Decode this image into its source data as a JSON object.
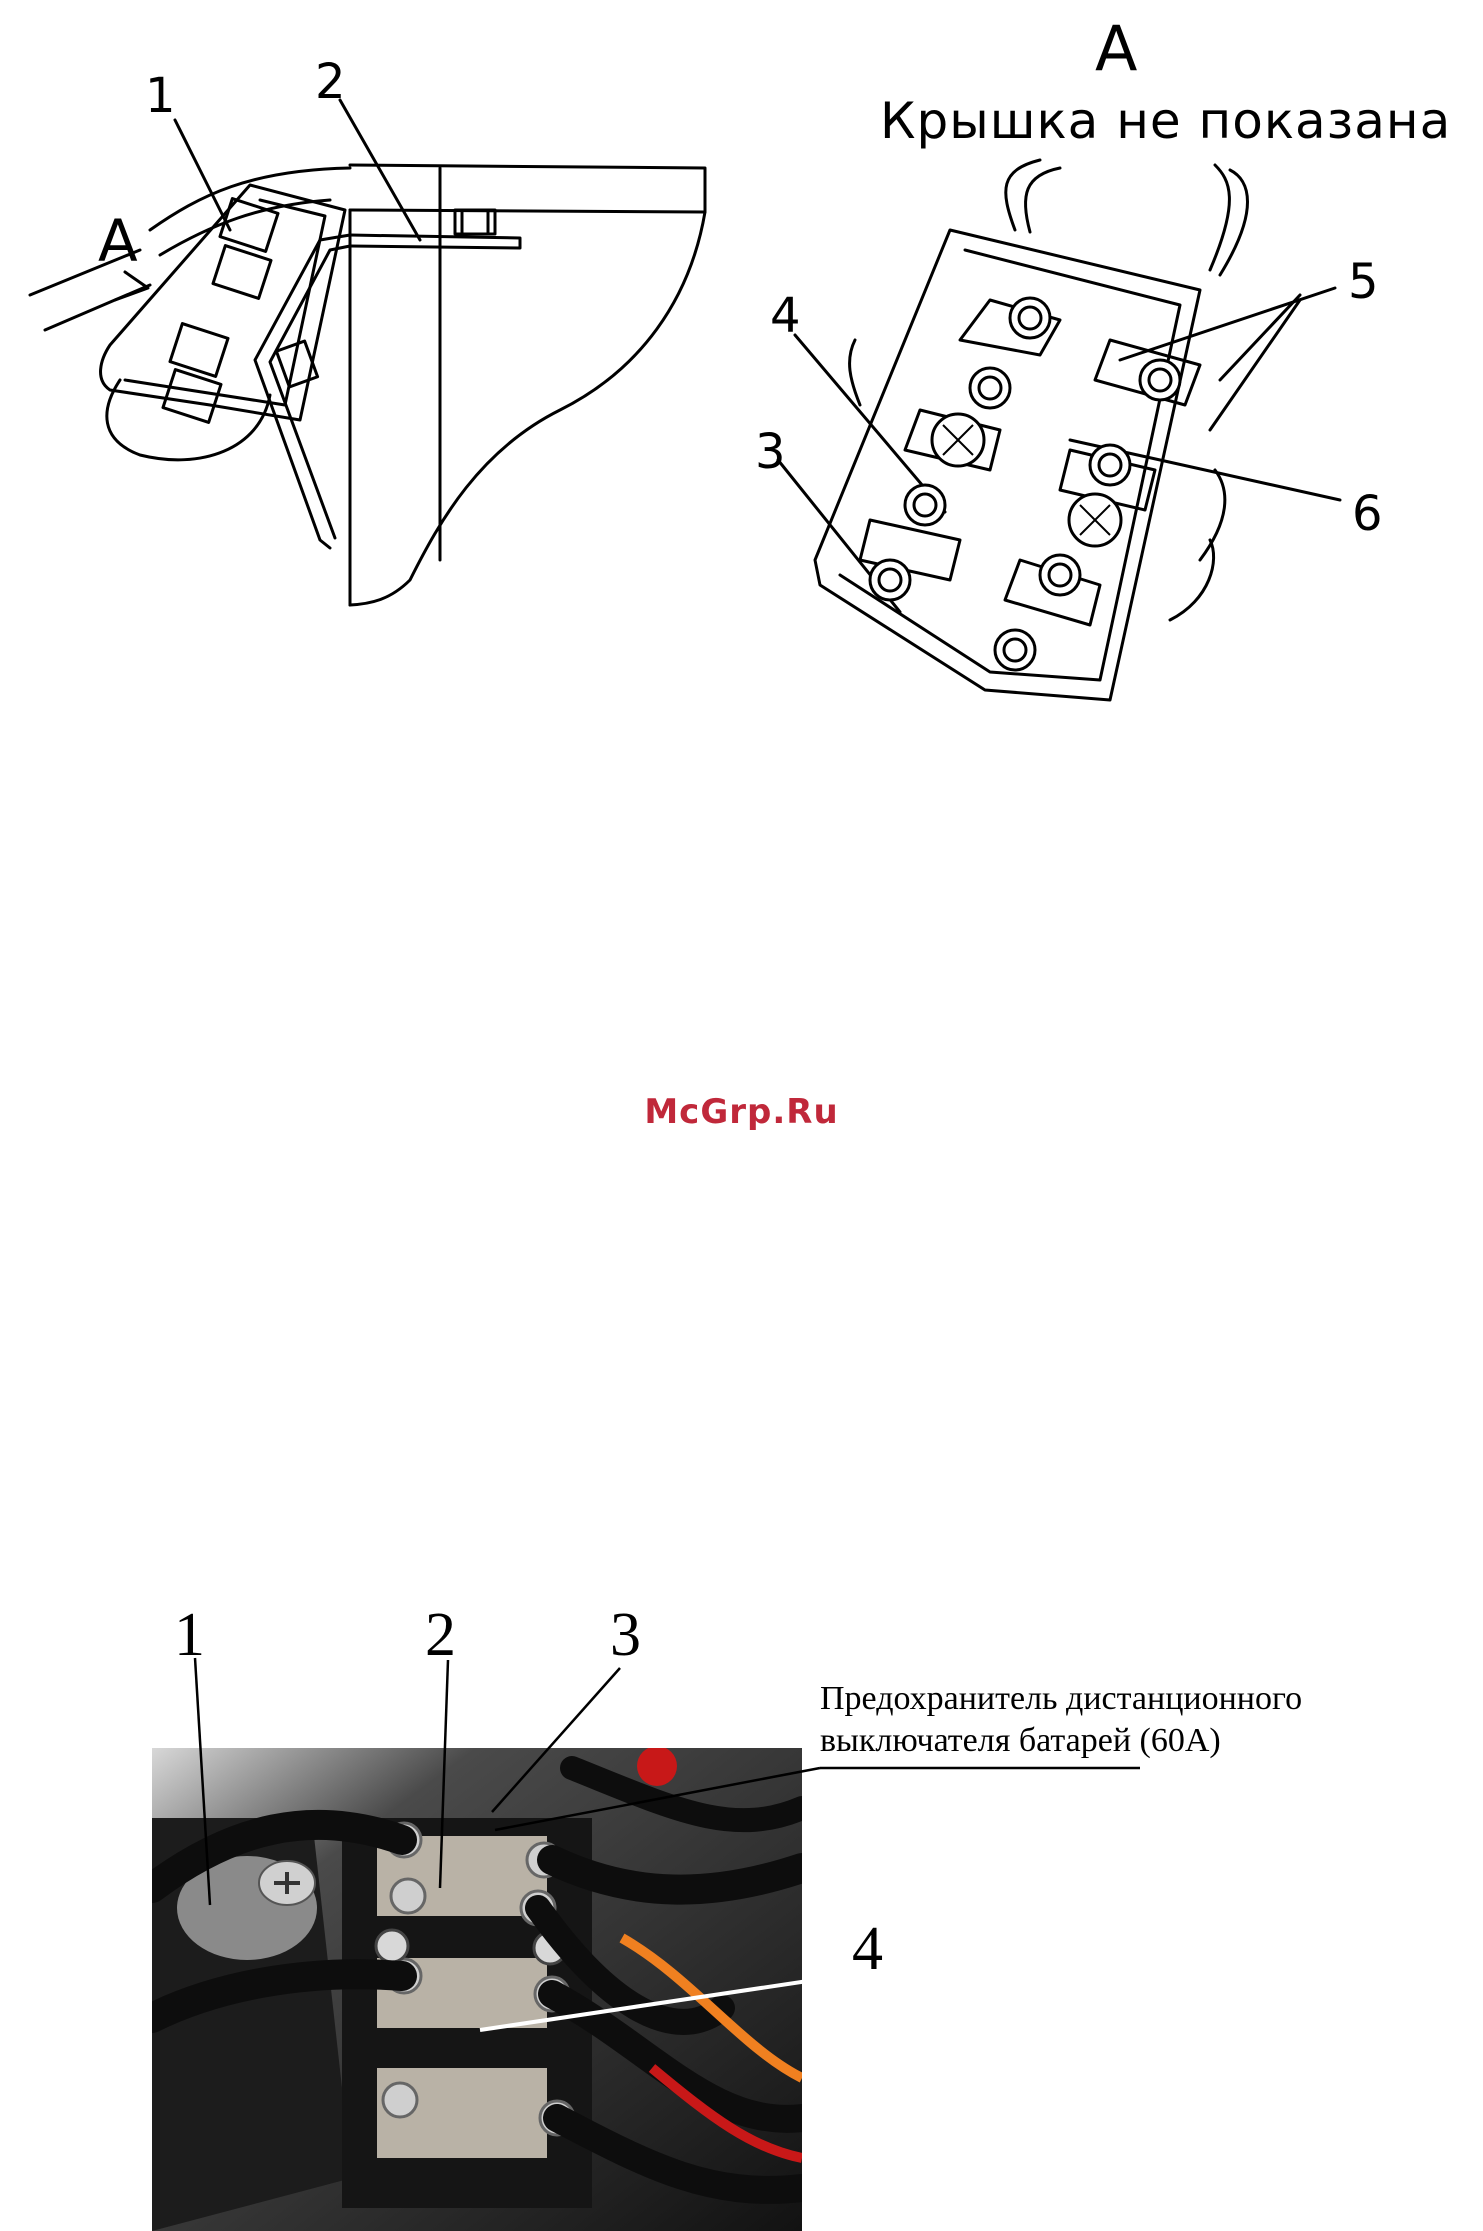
{
  "diagram_top": {
    "view_title": "A",
    "view_caption": "Крышка  не показана",
    "arrow_label": "A",
    "left_labels": [
      "1",
      "2"
    ],
    "right_labels": [
      "3",
      "4",
      "5",
      "6"
    ]
  },
  "watermark": "McGrp.Ru",
  "photo": {
    "labels": [
      "1",
      "2",
      "3",
      "4"
    ],
    "fuse_note_line1": "Предохранитель дистанционного",
    "fuse_note_line2": "выключателя батарей (60А)"
  },
  "colors": {
    "watermark": "#c0283a",
    "orange_wire": "#f08020",
    "red_wire": "#c81818"
  }
}
